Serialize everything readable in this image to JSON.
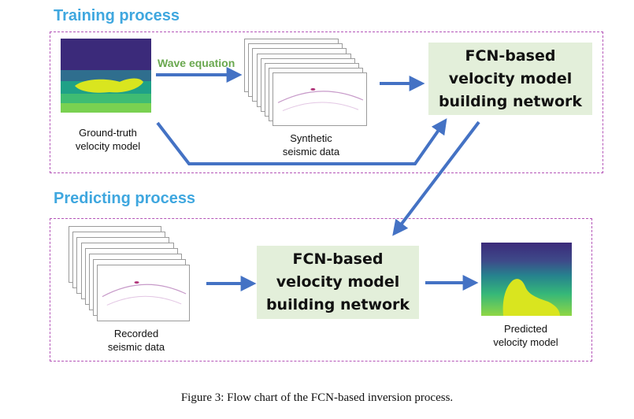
{
  "training": {
    "title": "Training process",
    "wave_equation_label": "Wave equation",
    "gt_label": "Ground-truth\nvelocity model",
    "synthetic_label": "Synthetic\nseismic data",
    "fcn_label": "FCN-based velocity model building network"
  },
  "predicting": {
    "title": "Predicting process",
    "recorded_label": "Recorded\nseismic data",
    "fcn_label": "FCN-based velocity model building network",
    "predicted_label": "Predicted\nvelocity model"
  },
  "caption": "Figure 3: Flow chart of the FCN-based inversion process.",
  "colors": {
    "title_blue": "#3fa7df",
    "arrow_blue": "#4472c4",
    "fcn_box_green": "#e3efda",
    "frame_purple": "#b455b8",
    "wave_label_green": "#6aa84f",
    "velocity_palette": [
      "#3b2a7a",
      "#2f6e8e",
      "#1fa187",
      "#3fbc73",
      "#7ad151",
      "#d9e51f"
    ]
  }
}
